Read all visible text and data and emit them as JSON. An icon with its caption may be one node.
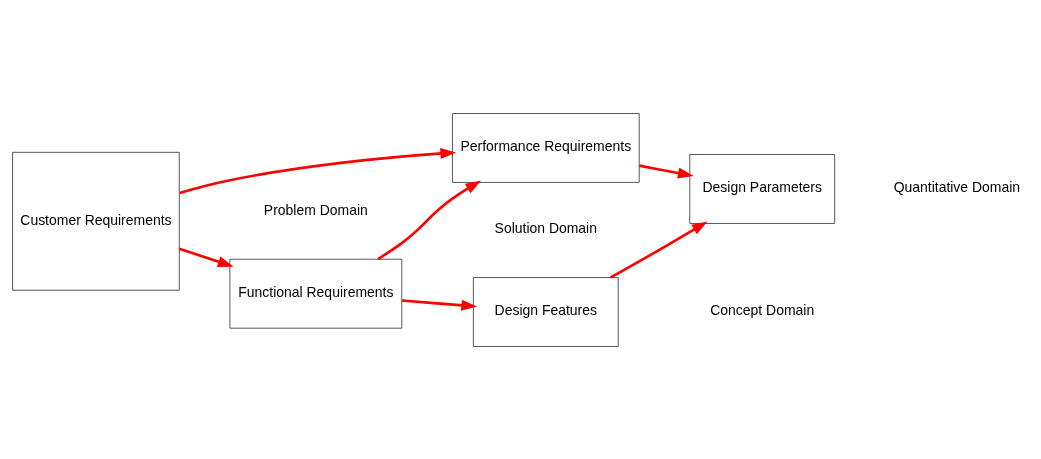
{
  "diagram": {
    "nodes": [
      {
        "text": [
          "Customer Requirements"
        ]
      },
      {
        "text": [
          "Functional Requirements"
        ]
      },
      {
        "text": [
          "Design Features"
        ]
      },
      {
        "text": [
          "Performance Requirements"
        ]
      },
      {
        "text": [
          "Design Parameters"
        ]
      }
    ],
    "edges": [
      {
        "from": 0,
        "to": 1,
        "arrow": "to"
      },
      {
        "from": 0,
        "to": 3,
        "arrow": "to"
      },
      {
        "from": 1,
        "to": 2,
        "arrow": "to"
      },
      {
        "from": 1,
        "to": 3,
        "arrow": "to"
      },
      {
        "from": 2,
        "to": 4,
        "arrow": "to"
      },
      {
        "from": 3,
        "to": 4,
        "arrow": "to"
      }
    ],
    "labels": [
      "Problem Domain",
      "Solution Domain",
      "Concept Domain",
      "Quantitative Domain"
    ]
  }
}
